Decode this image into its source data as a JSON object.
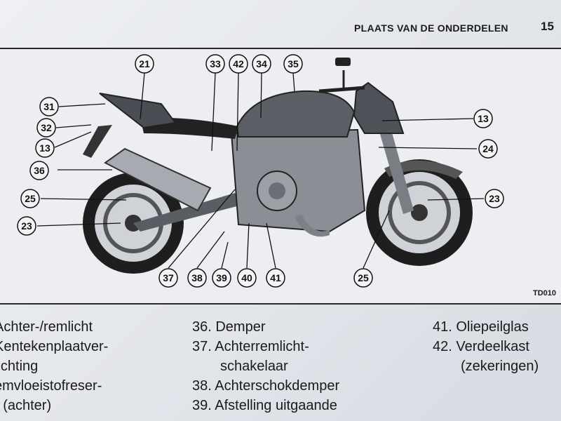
{
  "header": {
    "title": "PLAATS VAN DE ONDERDELEN",
    "page_number": "15"
  },
  "figure": {
    "reference_code": "TD010",
    "callouts": [
      "21",
      "33",
      "42",
      "34",
      "35",
      "31",
      "32",
      "13",
      "36",
      "25",
      "23",
      "13",
      "24",
      "23",
      "25",
      "37",
      "38",
      "39",
      "40",
      "41"
    ]
  },
  "legend": {
    "col1": [
      "Achter-/remlicht",
      "Kentekenplaatver-",
      "lichting",
      "emvloeistofreser-",
      "r (achter)"
    ],
    "col2": [
      "36. Demper",
      "37. Achterremlicht-",
      "schakelaar",
      "38. Achterschokdemper",
      "39. Afstelling uitgaande"
    ],
    "col3": [
      "41. Oliepeilglas",
      "42. Verdeelkast",
      "(zekeringen)"
    ]
  }
}
